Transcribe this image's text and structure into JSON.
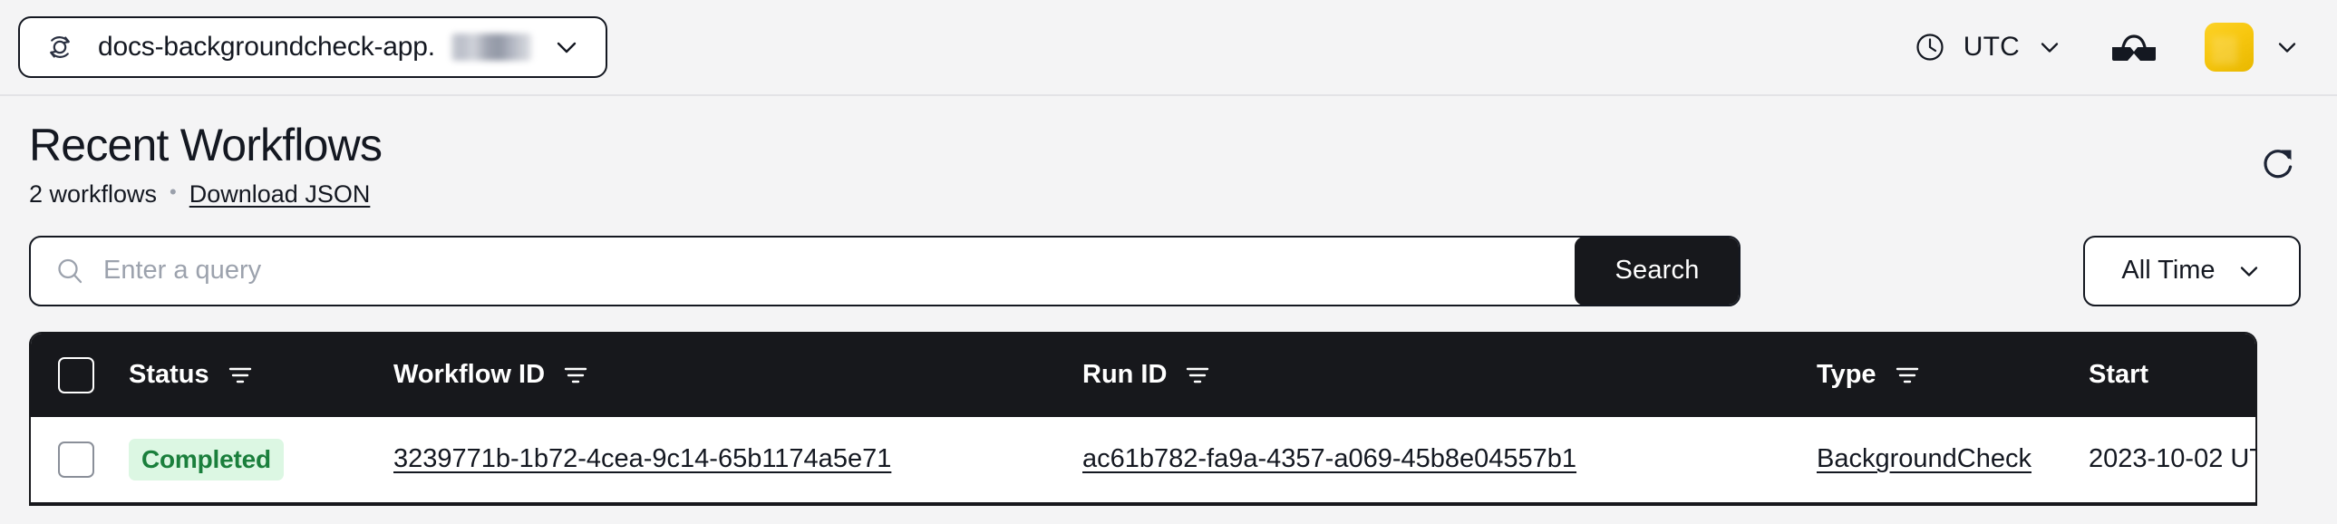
{
  "topbar": {
    "namespace_icon": "workflow-circular-arrows-icon",
    "namespace_label": "docs-backgroundcheck-app.",
    "namespace_suffix_redacted": true,
    "namespace_chevron": "chevron-down-icon",
    "timezone_icon": "clock-icon",
    "timezone_label": "UTC",
    "timezone_chevron": "chevron-down-icon",
    "glasses_icon": "3d-glasses-icon",
    "avatar_icon": "user-avatar",
    "avatar_color": "#f7c70f",
    "avatar_chevron": "chevron-down-icon"
  },
  "header": {
    "title": "Recent Workflows",
    "count_label": "2 workflows",
    "separator": "•",
    "download_link": "Download JSON",
    "refresh_icon": "refresh-icon"
  },
  "search": {
    "icon": "search-icon",
    "placeholder": "Enter a query",
    "value": "",
    "button_label": "Search",
    "time_filter_label": "All Time",
    "time_filter_chevron": "chevron-down-icon"
  },
  "table": {
    "select_all_checkbox": false,
    "columns": [
      {
        "label": "Status",
        "filterable": true
      },
      {
        "label": "Workflow ID",
        "filterable": true
      },
      {
        "label": "Run ID",
        "filterable": true
      },
      {
        "label": "Type",
        "filterable": true
      },
      {
        "label": "Start",
        "filterable": false
      }
    ],
    "rows": [
      {
        "selected": false,
        "status": "Completed",
        "status_bg": "#dcf7e3",
        "status_fg": "#1a7f3c",
        "workflow_id": "3239771b-1b72-4cea-9c14-65b1174a5e71",
        "run_id": "ac61b782-fa9a-4357-a069-45b8e04557b1",
        "type": "BackgroundCheck",
        "start": "2023-10-02 UT"
      }
    ]
  }
}
